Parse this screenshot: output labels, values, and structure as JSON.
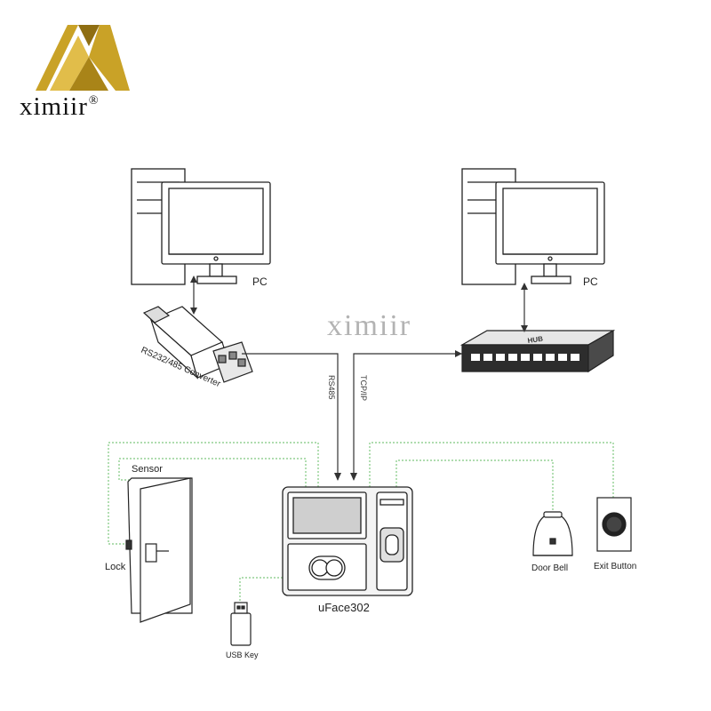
{
  "brand": {
    "name": "ximiir",
    "registered": "®",
    "colors": {
      "gold": "#c9a227",
      "gold_dark": "#8f6e12"
    }
  },
  "watermark": "ximiir",
  "labels": {
    "pc_left": "PC",
    "pc_right": "PC",
    "converter": "RS232/485 Converter",
    "rs485": "RS485",
    "tcpip": "TCP/IP",
    "sensor": "Sensor",
    "lock": "Lock",
    "device": "uFace302",
    "door_bell": "Door Bell",
    "exit_button": "Exit Button",
    "usb_key": "USB Key",
    "hub": "HUB"
  },
  "colors": {
    "line": "#333333",
    "dotted": "#7fc77f",
    "device_fill": "#f4f4f4"
  }
}
